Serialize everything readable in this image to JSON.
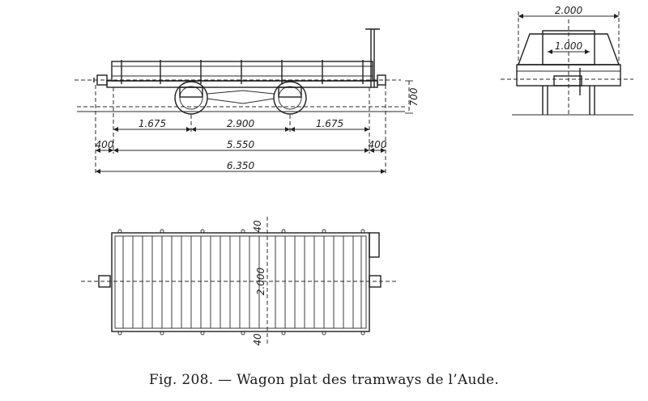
{
  "side_view": {
    "dim_wheel_to_end_left": "1.675",
    "dim_wheelbase": "2.900",
    "dim_wheel_to_end_right": "1.675",
    "dim_overhang_left": "400",
    "dim_frame_length": "5.550",
    "dim_overhang_right": "400",
    "dim_total_length": "6.350",
    "dim_height": "700"
  },
  "end_view": {
    "dim_width": "2.000",
    "dim_inner": "1.000"
  },
  "plan_view": {
    "dim_top_edge": "40",
    "dim_width": "2.000",
    "dim_bottom_edge": "40"
  },
  "caption": "Fig. 208. — Wagon plat des tramways de l’Aude."
}
